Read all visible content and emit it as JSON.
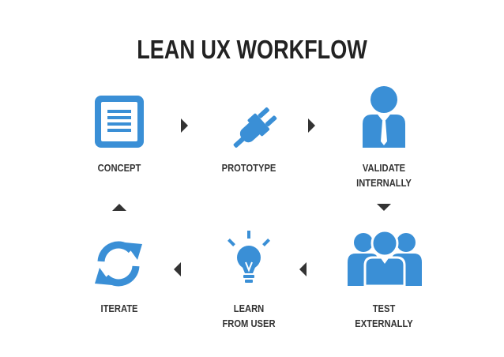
{
  "title": "LEAN UX WORKFLOW",
  "colors": {
    "icon": "#3a8fd6",
    "arrow": "#333333",
    "text": "#222222"
  },
  "steps": [
    {
      "label": "CONCEPT",
      "icon": "document-icon"
    },
    {
      "label": "PROTOTYPE",
      "icon": "plug-icon"
    },
    {
      "label": "VALIDATE\nINTERNALLY",
      "icon": "person-icon"
    },
    {
      "label": "TEST\nEXTERNALLY",
      "icon": "group-icon"
    },
    {
      "label": "LEARN\nFROM USER",
      "icon": "lightbulb-icon"
    },
    {
      "label": "ITERATE",
      "icon": "refresh-icon"
    }
  ]
}
